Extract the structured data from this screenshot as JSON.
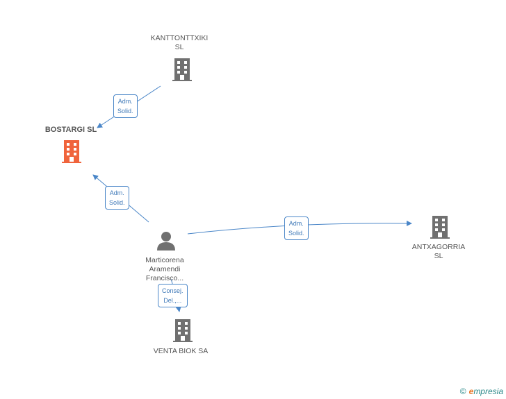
{
  "colors": {
    "edge": "#4a86c8",
    "company_icon": "#707070",
    "main_company_icon": "#f0643c",
    "person_icon": "#707070"
  },
  "nodes": {
    "kanttonttxiki": {
      "label": "KANTTONTTXIKI\nSL",
      "icon": "building-icon"
    },
    "bostargi": {
      "label": "BOSTARGI SL",
      "icon": "building-icon"
    },
    "marticorena": {
      "label": "Marticorena\nAramendi\nFrancisco...",
      "icon": "person-icon"
    },
    "antxagorria": {
      "label": "ANTXAGORRIA\nSL",
      "icon": "building-icon"
    },
    "venta_biok": {
      "label": "VENTA BIOK SA",
      "icon": "building-icon"
    }
  },
  "edges": {
    "kanttonttxiki_bostargi": {
      "label": "Adm.\nSolid."
    },
    "marticorena_bostargi": {
      "label": "Adm.\nSolid."
    },
    "marticorena_antxagorria": {
      "label": "Adm.\nSolid."
    },
    "marticorena_venta_biok": {
      "label": "Consej.\nDel.,..."
    }
  },
  "brand": {
    "copyright": "©",
    "name": "mpresia",
    "initial": "e"
  }
}
